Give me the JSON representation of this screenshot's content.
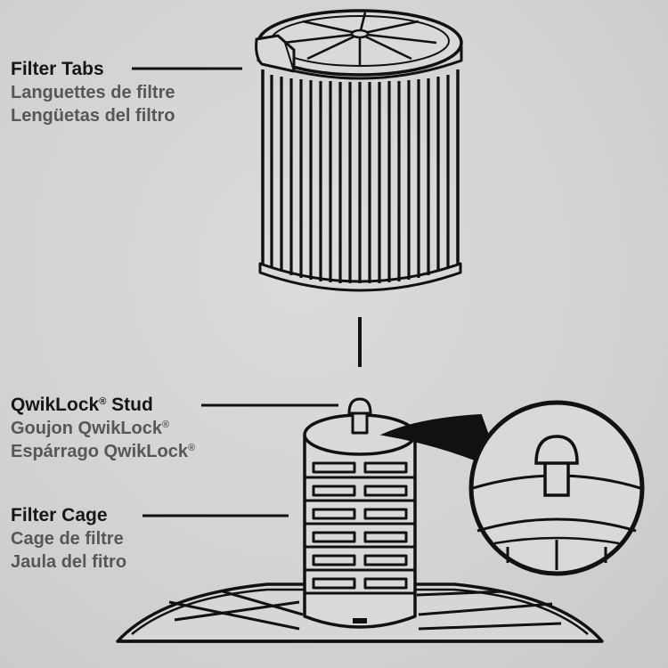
{
  "callouts": {
    "filter_tabs": {
      "en": "Filter Tabs",
      "fr": "Languettes de filtre",
      "es": "Lengüetas del filtro"
    },
    "qwiklock_stud": {
      "en_name": "QwikLock",
      "en_suffix": " Stud",
      "fr_prefix": "Goujon QwikLock",
      "es_prefix": "Espárrago QwikLock",
      "reg": "®"
    },
    "filter_cage": {
      "en": "Filter Cage",
      "fr": "Cage de filtre",
      "es": "Jaula del fitro"
    }
  },
  "colors": {
    "ink": "#161616",
    "secondary_text": "#575757",
    "paper": "#d4d4d2"
  }
}
